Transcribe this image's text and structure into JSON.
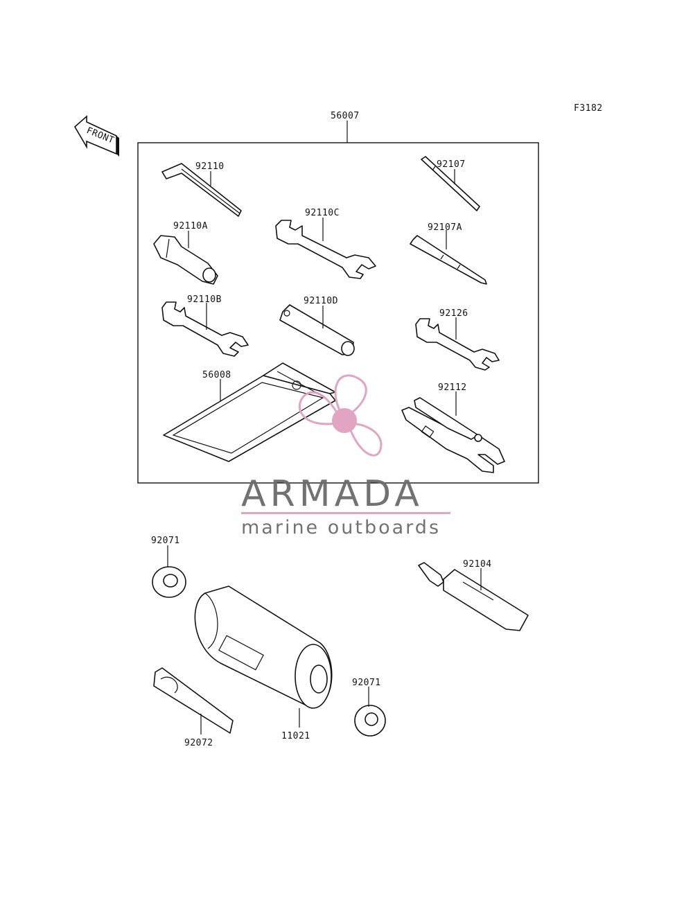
{
  "figure": {
    "id": "F3182",
    "front_label": "FRONT"
  },
  "labels": {
    "kit": "56007",
    "wrench_hex": "92110",
    "wrench_c": "92110C",
    "wrench_a": "92110A",
    "wrench_b": "92110B",
    "wrench_d": "92110D",
    "driver": "92107",
    "driver_a": "92107A",
    "wrench_small": "92126",
    "bag": "56008",
    "pliers": "92112",
    "washer_top": "92071",
    "cylinder": "11021",
    "washer_bottom": "92071",
    "clip": "92072",
    "tube": "92104"
  },
  "watermark": {
    "brand": "ARMADA",
    "tagline": "marine outboards",
    "accent_color": "#e0a0c0",
    "text_color": "#6b6b6b"
  }
}
